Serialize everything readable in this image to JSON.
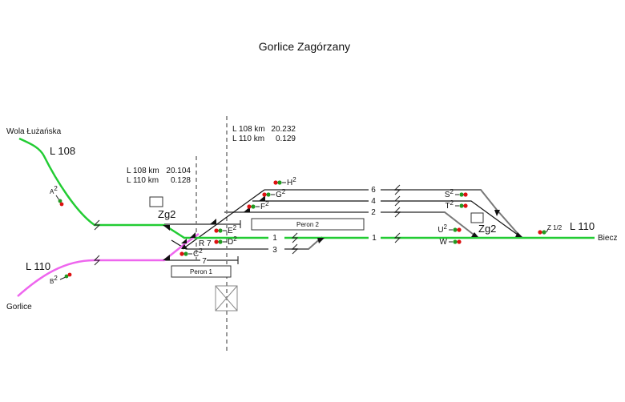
{
  "title": "Gorlice Zagórzany",
  "colors": {
    "line_108": "#22cc33",
    "line_110": "#ee66ee",
    "track_grey": "#777777",
    "track_black": "#111111",
    "signal_red": "#dd1111",
    "signal_green": "#229922"
  },
  "endpoints": {
    "wola": "Wola Łużańska",
    "gorlice": "Gorlice",
    "biecz": "Biecz"
  },
  "line_labels": {
    "l108_left": "L 108",
    "l110_left": "L 110",
    "l110_right": "L 110"
  },
  "km_markers": [
    {
      "l108": "L 108 km",
      "l108_val": "20.104",
      "l110": "L 110 km",
      "l110_val": "0.128"
    },
    {
      "l108": "L 108 km",
      "l108_val": "20.232",
      "l110": "L 110 km",
      "l110_val": "0.129"
    }
  ],
  "tracks": {
    "t6": "6",
    "t4": "4",
    "t2": "2",
    "t1a": "1",
    "t1b": "1",
    "t3": "3",
    "t7": "7"
  },
  "platforms": {
    "peron1": "Peron 1",
    "peron2": "Peron 2"
  },
  "posts": {
    "zg2_left": "Zg2",
    "zg2_right": "Zg2",
    "r7": "R 7"
  },
  "signals": {
    "A": {
      "name": "A",
      "sup": "2"
    },
    "B": {
      "name": "B",
      "sup": "2"
    },
    "C": {
      "name": "C",
      "sup": "2"
    },
    "D": {
      "name": "D",
      "sup": "2"
    },
    "E": {
      "name": "E",
      "sup": "2"
    },
    "F": {
      "name": "F",
      "sup": "2"
    },
    "G": {
      "name": "G",
      "sup": "2"
    },
    "H": {
      "name": "H",
      "sup": "2"
    },
    "S": {
      "name": "S",
      "sup": "2"
    },
    "T": {
      "name": "T",
      "sup": "2"
    },
    "U": {
      "name": "U",
      "sup": "2"
    },
    "W": {
      "name": "W",
      "sup": ""
    },
    "Z": {
      "name": "Z 1/2",
      "sup": ""
    }
  }
}
